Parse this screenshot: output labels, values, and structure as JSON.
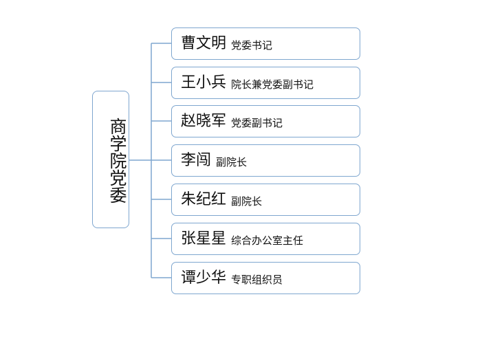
{
  "root": {
    "label": "商学院党委"
  },
  "members": [
    {
      "name": "曹文明",
      "title": "党委书记"
    },
    {
      "name": "王小兵",
      "title": "院长兼党委副书记"
    },
    {
      "name": "赵晓军",
      "title": "党委副书记"
    },
    {
      "name": "李闯",
      "title": "副院长"
    },
    {
      "name": "朱纪红",
      "title": "副院长"
    },
    {
      "name": "张星星",
      "title": "综合办公室主任"
    },
    {
      "name": "谭少华",
      "title": "专职组织员"
    }
  ],
  "colors": {
    "border": "#7ea6cf",
    "connector": "#7ea6cf",
    "text": "#111111"
  }
}
